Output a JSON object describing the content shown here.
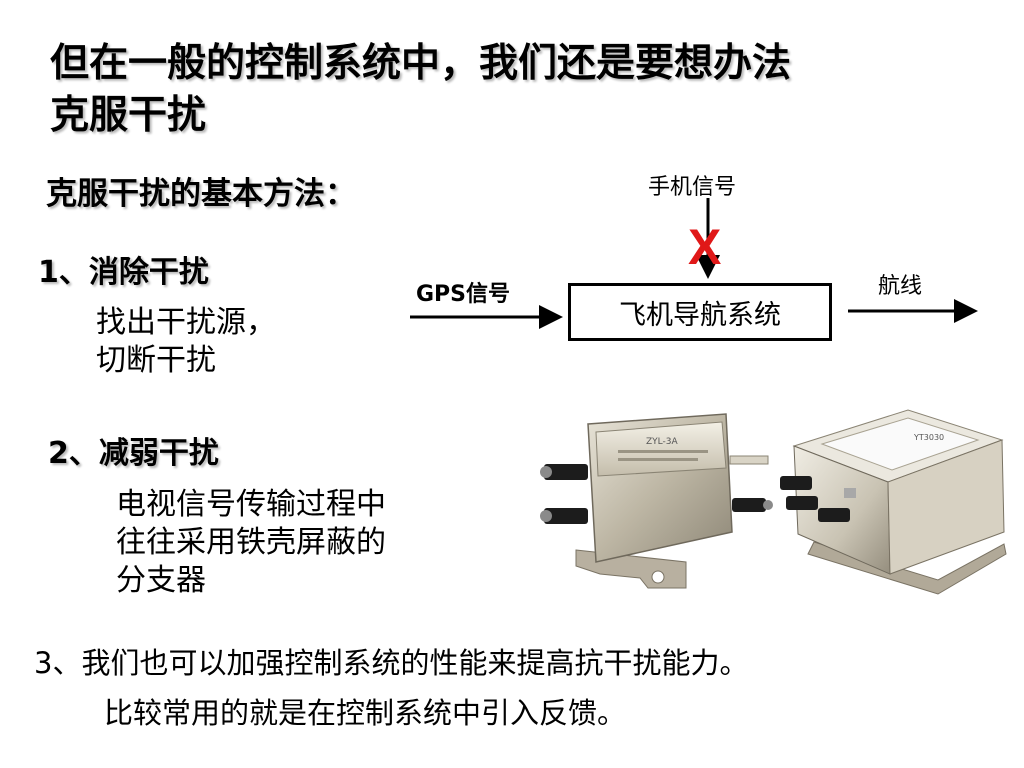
{
  "slide": {
    "title_line1": "但在一般的控制系统中，我们还是要想办法",
    "title_line2": "克服干扰",
    "subtitle": "克服干扰的基本方法：",
    "method1": {
      "heading": "1、消除干扰",
      "lines": [
        "找出干扰源，",
        "切断干扰"
      ]
    },
    "method2": {
      "heading": "2、减弱干扰",
      "lines": [
        "电视信号传输过程中",
        "往往采用铁壳屏蔽的",
        "分支器"
      ]
    },
    "method3": {
      "line1": "3、我们也可以加强控制系统的性能来提高抗干扰能力。",
      "line2": "比较常用的就是在控制系统中引入反馈。"
    }
  },
  "diagram": {
    "box_label": "飞机导航系统",
    "input_label": "GPS信号",
    "disturbance_label": "手机信号",
    "output_label": "航线",
    "blocked_mark": "X",
    "blocked_color": "#e01818"
  },
  "photos": {
    "left_label": "ZYL-3A",
    "right_label": "YT3030"
  }
}
